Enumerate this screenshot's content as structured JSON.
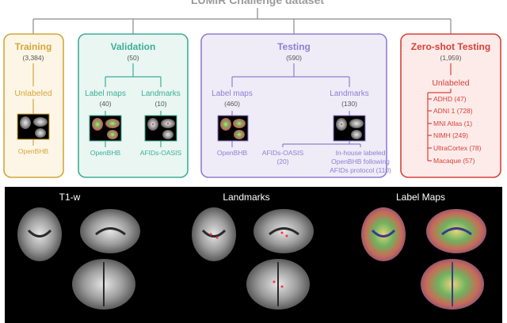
{
  "title": "LUMIR Challenge dataset",
  "colors": {
    "training": "#d4a63a",
    "training_bg": "#fdf6e6",
    "validation": "#3fae97",
    "validation_bg": "#e9f6f2",
    "testing": "#8f7fcf",
    "testing_bg": "#efecf8",
    "zeroshot": "#d9403a",
    "zeroshot_bg": "#fcebe9",
    "gray": "#8a8a8a"
  },
  "training": {
    "title": "Training",
    "count": "(3,384)",
    "sub": "Unlabeled",
    "source": "OpenBHB"
  },
  "validation": {
    "title": "Validation",
    "count": "(50)",
    "left": {
      "title": "Label maps",
      "count": "(40)",
      "source": "OpenBHB"
    },
    "right": {
      "title": "Landmarks",
      "count": "(10)",
      "source": "AFIDs-OASIS"
    }
  },
  "testing": {
    "title": "Testing",
    "count": "(590)",
    "left": {
      "title": "Label maps",
      "count": "(460)",
      "source": "OpenBHB"
    },
    "right": {
      "title": "Landmarks",
      "count": "(130)",
      "source1": "AFIDs-OASIS",
      "source1_count": "(20)",
      "source2_lines": [
        "In-house labeled",
        "OpenBHB following",
        "AFIDs protocol (110)"
      ]
    }
  },
  "zeroshot": {
    "title": "Zero-shot Testing",
    "count": "(1,959)",
    "sub": "Unlabeled",
    "items": [
      "ADHD (47)",
      "ADNI 1 (728)",
      "MNI Atlas (1)",
      "NIMH (249)",
      "UltraCortex (78)",
      "Macaque (57)"
    ]
  },
  "mri_panels": [
    "T1-w",
    "Landmarks",
    "Label Maps"
  ]
}
